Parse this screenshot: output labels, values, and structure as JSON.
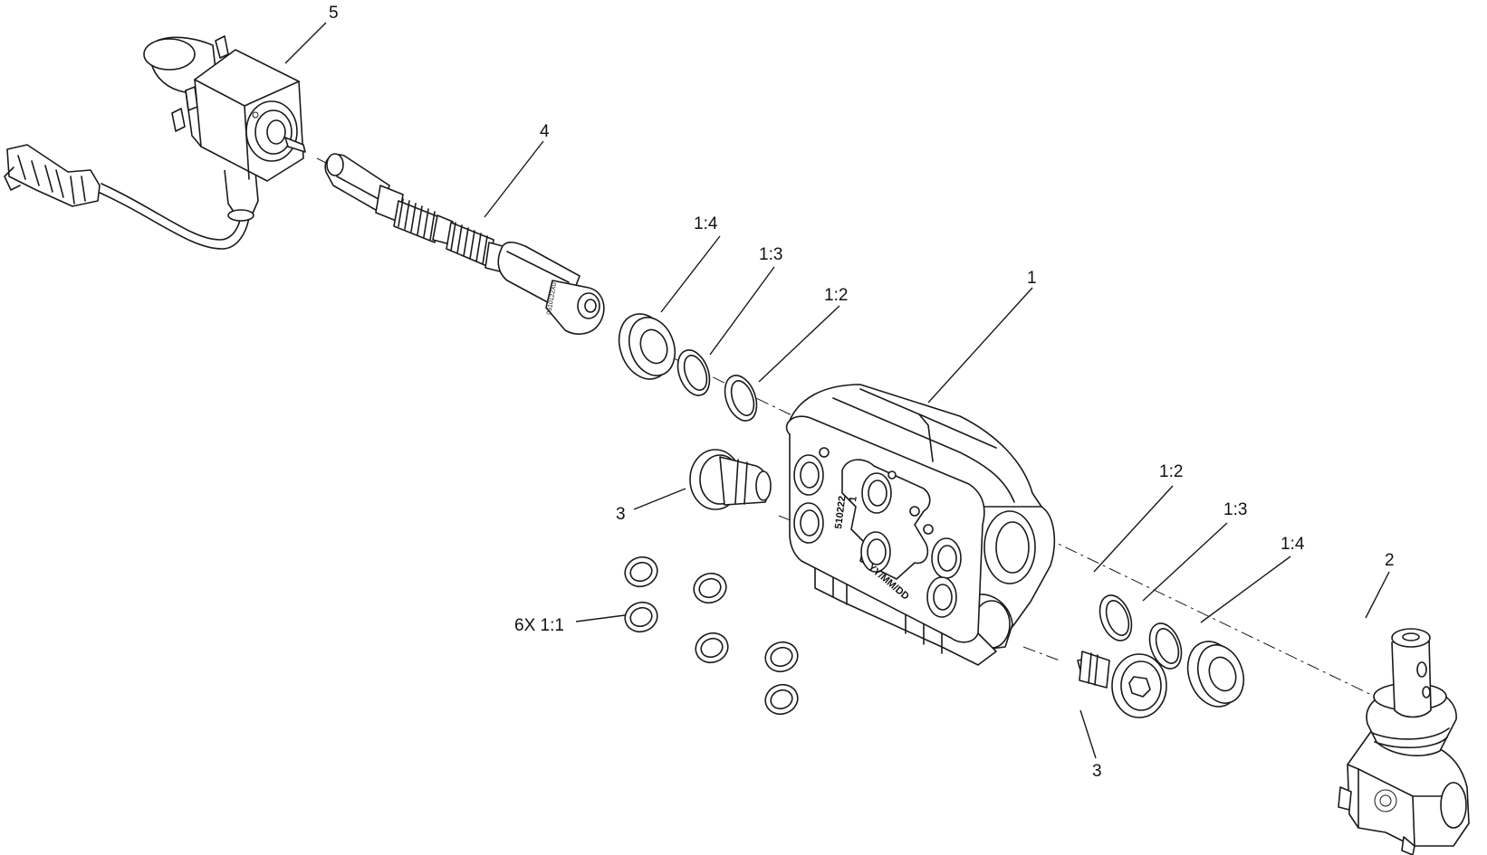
{
  "callouts": {
    "c5": "5",
    "c4": "4",
    "c1": "1",
    "c14_top": "1:4",
    "c13_top": "1:3",
    "c12_top": "1:2",
    "c3_left": "3",
    "c6x11": "6X 1:1",
    "c12_bot": "1:2",
    "c13_bot": "1:3",
    "c14_bot": "1:4",
    "c2": "2",
    "c3_bottom": "3"
  },
  "stamps": {
    "body_part_no": "510222",
    "body_index": "1",
    "body_date": "YY/MM/DD",
    "spool_marking": "0510122X0"
  }
}
